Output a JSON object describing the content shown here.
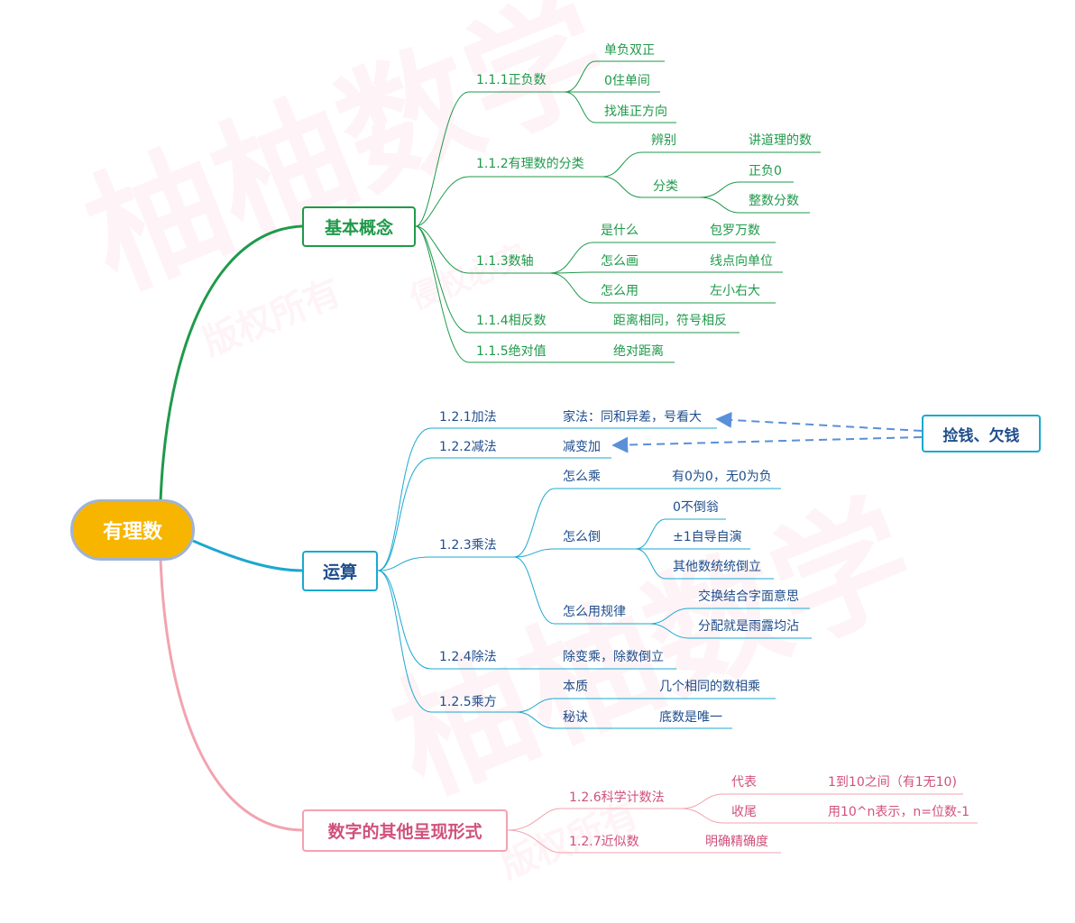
{
  "root": "有理数",
  "branch1": {
    "title": "基本概念",
    "s1": {
      "label": "1.1.1正负数",
      "items": [
        "单负双正",
        "0住单间",
        "找准正方向"
      ]
    },
    "s2": {
      "label": "1.1.2有理数的分类",
      "a": "辨别",
      "a_leaf": "讲道理的数",
      "b": "分类",
      "b_leaves": [
        "正负0",
        "整数分数"
      ]
    },
    "s3": {
      "label": "1.1.3数轴",
      "rows": [
        {
          "k": "是什么",
          "v": "包罗万数"
        },
        {
          "k": "怎么画",
          "v": "线点向单位"
        },
        {
          "k": "怎么用",
          "v": "左小右大"
        }
      ]
    },
    "s4": {
      "label": "1.1.4相反数",
      "leaf": "距离相同，符号相反"
    },
    "s5": {
      "label": "1.1.5绝对值",
      "leaf": "绝对距离"
    }
  },
  "branch2": {
    "title": "运算",
    "add": {
      "label": "1.2.1加法",
      "leaf": "家法：同和异差，号看大"
    },
    "sub": {
      "label": "1.2.2减法",
      "leaf": "减变加"
    },
    "mul": {
      "label": "1.2.3乘法",
      "how": "怎么乘",
      "how_leaf": "有0为0，无0为负",
      "inv": "怎么倒",
      "inv_leaves": [
        "0不倒翁",
        "±1自导自演",
        "其他数统统倒立"
      ],
      "law": "怎么用规律",
      "law_leaves": [
        "交换结合字面意思",
        "分配就是雨露均沾"
      ]
    },
    "div": {
      "label": "1.2.4除法",
      "leaf": "除变乘，除数倒立"
    },
    "pow": {
      "label": "1.2.5乘方",
      "rows": [
        {
          "k": "本质",
          "v": "几个相同的数相乘"
        },
        {
          "k": "秘诀",
          "v": "底数是唯一"
        }
      ]
    }
  },
  "branch3": {
    "title": "数字的其他呈现形式",
    "sci": {
      "label": "1.2.6科学计数法",
      "rows": [
        {
          "k": "代表",
          "v": "1到10之间（有1无10)"
        },
        {
          "k": "收尾",
          "v": "用10^n表示，n=位数-1"
        }
      ]
    },
    "approx": {
      "label": "1.2.7近似数",
      "leaf": "明确精确度"
    }
  },
  "side_note": "捡钱、欠钱",
  "watermarks": [
    "柚柚数学",
    "版权所有",
    "侵权必究"
  ],
  "colors": {
    "green": "#1e9a4a",
    "blue": "#1ba8d0",
    "pink": "#f2a3b0",
    "root_fill": "#f7b500",
    "arrow": "#5b8fd9"
  }
}
